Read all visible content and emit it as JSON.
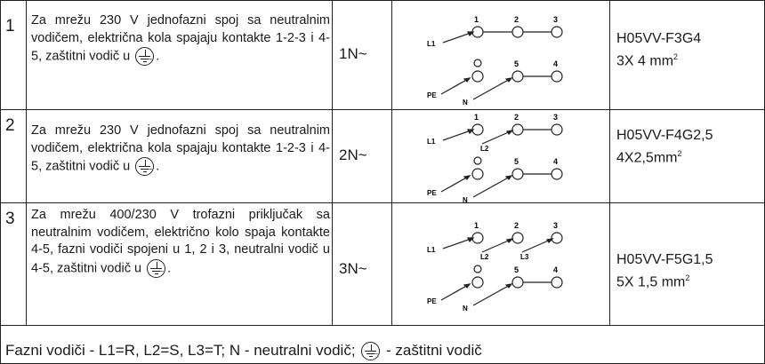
{
  "rows": [
    {
      "num": "1",
      "desc": "Za mrežu 230 V jednofazni spoj sa neutralnim vodičem, električna kola spajaju kontakte 1-2-3 i 4-5, zaštitni vodič u",
      "code": "1N~",
      "cable_line1": "H05VV-F3G4",
      "cable_line2": "3X 4 mm",
      "cable_sup": "2",
      "diagram": {
        "top_numbers": [
          "1",
          "2",
          "3"
        ],
        "top_feeds": [
          "L1"
        ],
        "bottom_numbers": [
          "5",
          "4"
        ],
        "bottom_feeds": [
          "PE",
          "N"
        ]
      }
    },
    {
      "num": "2",
      "desc": "Za mrežu 230 V jednofazni spoj sa neutralnim vodičem, električna kola spajaju kontakte 1-2-3 i 4-5, zaštitni vodič u",
      "code": "2N~",
      "cable_line1": "H05VV-F4G2,5",
      "cable_line2": "4X2,5mm",
      "cable_sup": "2",
      "diagram": {
        "top_numbers": [
          "1",
          "2",
          "3"
        ],
        "top_feeds": [
          "L1",
          "L2"
        ],
        "bottom_numbers": [
          "5",
          "4"
        ],
        "bottom_feeds": [
          "PE",
          "N"
        ]
      }
    },
    {
      "num": "3",
      "desc": "Za mrežu 400/230 V trofazni priključak sa neutralnim vodičem, električno kolo spaja kontakte 4-5, fazni vodiči spojeni u 1, 2 i 3, neutralni vodič u 4-5, zaštitni vodič u",
      "code": "3N~",
      "cable_line1": "H05VV-F5G1,5",
      "cable_line2": "5X 1,5 mm",
      "cable_sup": "2",
      "diagram": {
        "top_numbers": [
          "1",
          "2",
          "3"
        ],
        "top_feeds": [
          "L1",
          "L2",
          "L3"
        ],
        "bottom_numbers": [
          "5",
          "4"
        ],
        "bottom_feeds": [
          "PE",
          "N"
        ]
      }
    }
  ],
  "footer": {
    "text_before": "Fazni vodiči  - L1=R, L2=S, L3=T; N - neutralni vodič;",
    "text_after": " - zaštitni vodič"
  },
  "icons": {
    "ground": "ground-icon"
  }
}
